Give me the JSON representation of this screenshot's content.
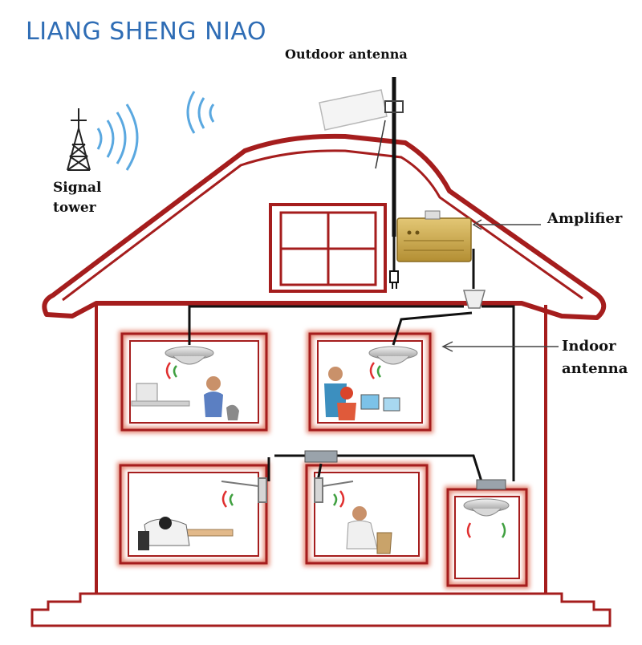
{
  "brand": "LIANG SHENG NIAO",
  "labels": {
    "outdoor_antenna": "Outdoor antenna",
    "signal_tower_line1": "Signal",
    "signal_tower_line2": "tower",
    "amplifier": "Amplifier",
    "indoor_antenna_line1": "Indoor",
    "indoor_antenna_line2": "antenna"
  },
  "colors": {
    "house_outline": "#a51d1d",
    "room_glow": "#e07a6a",
    "brand_blue": "#2f6db5",
    "signal_wave": "#5aa8e0",
    "amplifier_gold": "#c9a64a",
    "cable": "#111111"
  }
}
